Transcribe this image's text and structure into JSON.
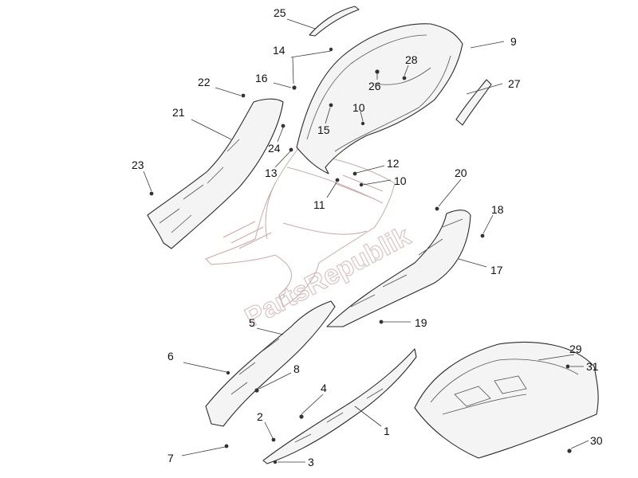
{
  "watermark": "PartsRepublik",
  "callouts": [
    {
      "id": "c25",
      "label": "25"
    },
    {
      "id": "c9",
      "label": "9"
    },
    {
      "id": "c14",
      "label": "14"
    },
    {
      "id": "c28",
      "label": "28"
    },
    {
      "id": "c16",
      "label": "16"
    },
    {
      "id": "c22",
      "label": "22"
    },
    {
      "id": "c26",
      "label": "26"
    },
    {
      "id": "c27",
      "label": "27"
    },
    {
      "id": "c21",
      "label": "21"
    },
    {
      "id": "c10a",
      "label": "10"
    },
    {
      "id": "c15",
      "label": "15"
    },
    {
      "id": "c24",
      "label": "24"
    },
    {
      "id": "c13",
      "label": "13"
    },
    {
      "id": "c23",
      "label": "23"
    },
    {
      "id": "c12",
      "label": "12"
    },
    {
      "id": "c10b",
      "label": "10"
    },
    {
      "id": "c11",
      "label": "11"
    },
    {
      "id": "c20",
      "label": "20"
    },
    {
      "id": "c18",
      "label": "18"
    },
    {
      "id": "c17",
      "label": "17"
    },
    {
      "id": "c19",
      "label": "19"
    },
    {
      "id": "c5",
      "label": "5"
    },
    {
      "id": "c29",
      "label": "29"
    },
    {
      "id": "c6",
      "label": "6"
    },
    {
      "id": "c8",
      "label": "8"
    },
    {
      "id": "c31",
      "label": "31"
    },
    {
      "id": "c4",
      "label": "4"
    },
    {
      "id": "c1",
      "label": "1"
    },
    {
      "id": "c2",
      "label": "2"
    },
    {
      "id": "c30",
      "label": "30"
    },
    {
      "id": "c7",
      "label": "7"
    },
    {
      "id": "c3",
      "label": "3"
    }
  ]
}
